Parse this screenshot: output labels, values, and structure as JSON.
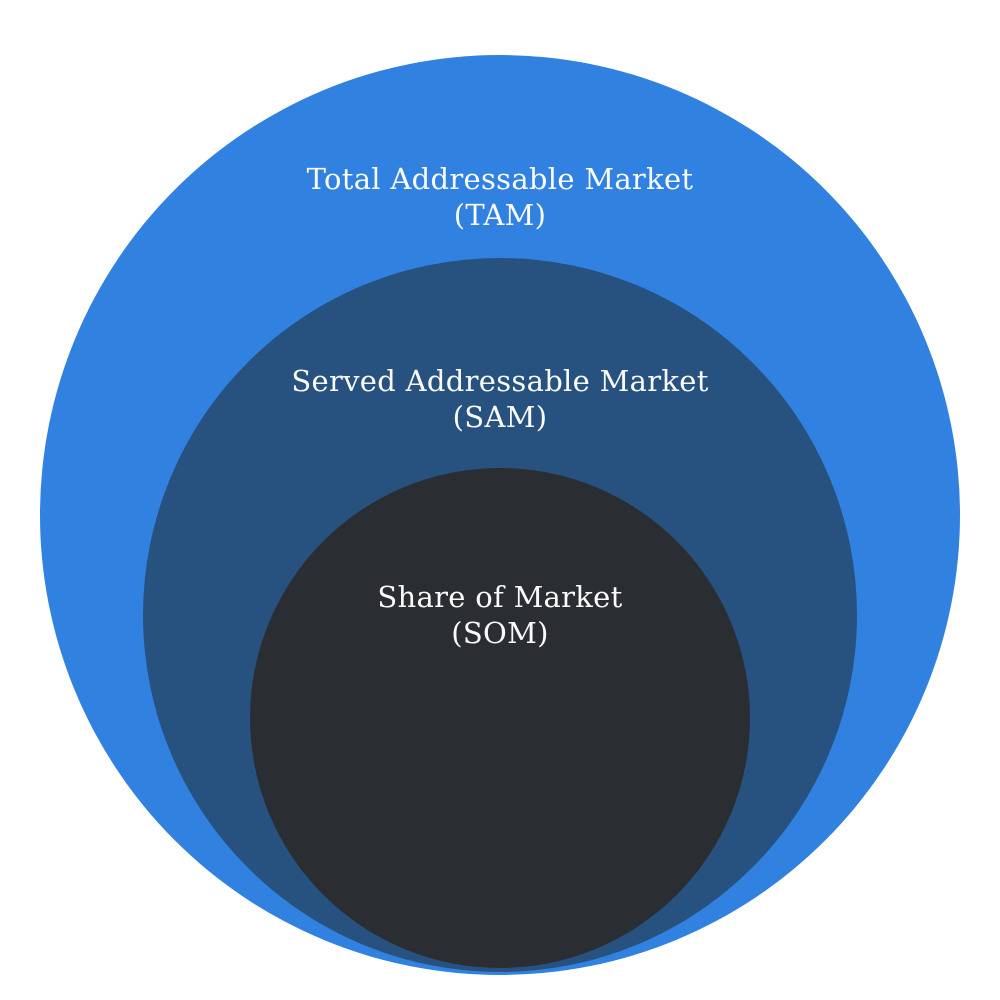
{
  "diagram": {
    "type": "nested-circles-market-diagram",
    "background_color": "#ffffff",
    "text_color": "#fafafa",
    "rings": [
      {
        "id": "tam",
        "label_line1": "Total Addressable Market",
        "label_line2": "(TAM)",
        "color": "#3081e0"
      },
      {
        "id": "sam",
        "label_line1": "Served Addressable Market",
        "label_line2": "(SAM)",
        "color": "#275280"
      },
      {
        "id": "som",
        "label_line1": "Share of Market",
        "label_line2": "(SOM)",
        "color": "#2a2e33"
      }
    ]
  }
}
